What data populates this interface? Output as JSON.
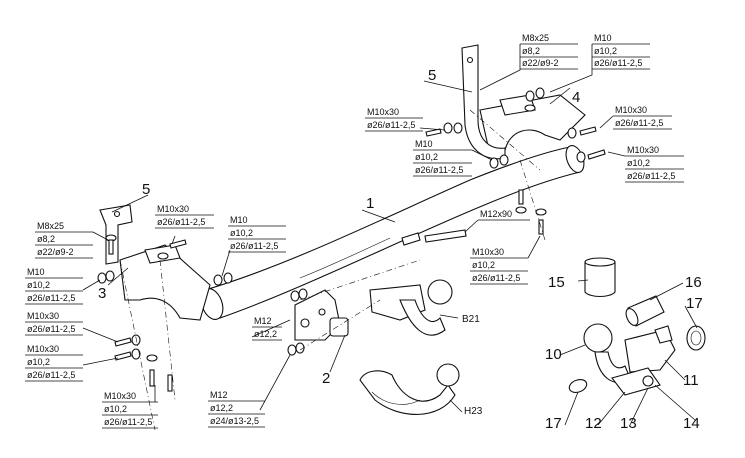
{
  "parts": {
    "p1": "1",
    "p2": "2",
    "p3": "3",
    "p4": "4",
    "p5a": "5",
    "p5b": "5",
    "p10": "10",
    "p11": "11",
    "p12": "12",
    "p13": "13",
    "p14": "14",
    "p15": "15",
    "p16": "16",
    "p17a": "17",
    "p17b": "17"
  },
  "variants": {
    "b21": "B21",
    "h23": "H23"
  },
  "specs": {
    "top_center": [
      "M8x25",
      "ø8,2",
      "ø22/ø9-2"
    ],
    "top_right": [
      "M10",
      "ø10,2",
      "ø26/ø11-2,5"
    ],
    "right_bolt_upper": [
      "M10x30",
      "ø26/ø11-2,5"
    ],
    "right_bolt_mid": [
      "M10x30",
      "ø10,2",
      "ø26/ø11-2,5"
    ],
    "upper_mid_bolt": [
      "M10x30",
      "ø26/ø11-2,5"
    ],
    "center_nut": [
      "M10",
      "ø10,2",
      "ø26/ø11-2,5"
    ],
    "m12x90": [
      "M12x90"
    ],
    "lower_right_bolt": [
      "M10x30",
      "ø10,2",
      "ø26/ø11-2,5"
    ],
    "left_m8": [
      "M8x25",
      "ø8,2",
      "ø22/ø9-2"
    ],
    "left_m10x30_top": [
      "M10x30",
      "ø26/ø11-2,5"
    ],
    "left_m10": [
      "M10",
      "ø10,2",
      "ø26/ø11-2,5"
    ],
    "left_nut": [
      "M10",
      "ø10,2",
      "ø26/ø11-2,5"
    ],
    "left_bolt_a": [
      "M10x30",
      "ø26/ø11-2,5"
    ],
    "left_bolt_b": [
      "M10x30",
      "ø10,2",
      "ø26/ø11-2,5"
    ],
    "bottom_left_bolt": [
      "M10x30",
      "ø10,2",
      "ø26/ø11-2,5"
    ],
    "m12_small": [
      "M12",
      "ø12,2"
    ],
    "m12_bottom": [
      "M12",
      "ø12,2",
      "ø24/ø13-2,5"
    ]
  }
}
